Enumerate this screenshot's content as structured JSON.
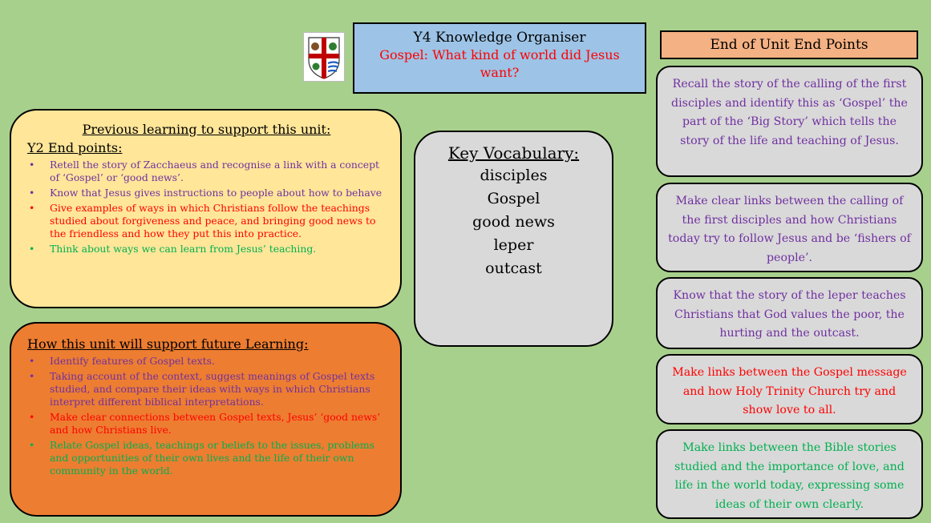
{
  "colors": {
    "background": "#a8d08d",
    "title_bg": "#9dc3e6",
    "prev_bg": "#ffe699",
    "future_bg": "#ed7d31",
    "grey_bg": "#d9d9d9",
    "header_bg": "#f4b183",
    "purple": "#7030a0",
    "red": "#ff0000",
    "green": "#00b050"
  },
  "crest": {
    "icon": "school-crest-icon"
  },
  "title": {
    "line1": "Y4 Knowledge Organiser",
    "line2": "Gospel: What kind of world did Jesus want?"
  },
  "previous": {
    "title": "Previous learning to support this unit:",
    "subtitle": "Y2 End points:",
    "items": [
      {
        "text": "Retell the story of Zacchaeus and recognise a link with a concept of ‘Gospel’ or ‘good news’.",
        "color": "#7030a0"
      },
      {
        "text": "Know that Jesus gives instructions to people about how to behave",
        "color": "#7030a0"
      },
      {
        "text": "Give examples of ways in which Christians follow the teachings studied about forgiveness and peace, and bringing good news to the friendless and how they put this into practice.",
        "color": "#ff0000"
      },
      {
        "text": "Think about ways we can learn from Jesus’ teaching.",
        "color": "#00b050"
      }
    ]
  },
  "future": {
    "title": "How this unit will support future Learning:",
    "items": [
      {
        "text": "Identify features of Gospel texts.",
        "color": "#7030a0"
      },
      {
        "text": "Taking account of the context, suggest meanings of Gospel texts studied, and compare their ideas with ways in which Christians interpret different biblical interpretations.",
        "color": "#7030a0"
      },
      {
        "text": "Make clear connections between Gospel texts, Jesus’ ‘good news’ and how Christians live.",
        "color": "#ff0000"
      },
      {
        "text": "Relate Gospel ideas, teachings or beliefs to the issues, problems and opportunities of their own lives and the life of their own community in the world.",
        "color": "#00b050"
      }
    ]
  },
  "vocab": {
    "title": "Key Vocabulary:",
    "words": [
      "disciples",
      "Gospel",
      "good news",
      "leper",
      "outcast"
    ]
  },
  "end_points": {
    "header": "End of Unit End Points",
    "items": [
      "Recall the story of the calling of the first disciples and identify this as ‘Gospel’ the part of the ‘Big Story’ which tells the story of the life and teaching of Jesus.",
      "Make clear links between the calling of the first disciples and how Christians today try to follow Jesus and be ‘fishers of people’.",
      "Know that the story of the leper teaches Christians that God values the poor, the hurting and the outcast.",
      "Make links between the Gospel message and how Holy Trinity Church try and show love to all.",
      "Make links between the Bible stories studied and the importance of love, and life in the world today, expressing some ideas of their own clearly."
    ]
  }
}
